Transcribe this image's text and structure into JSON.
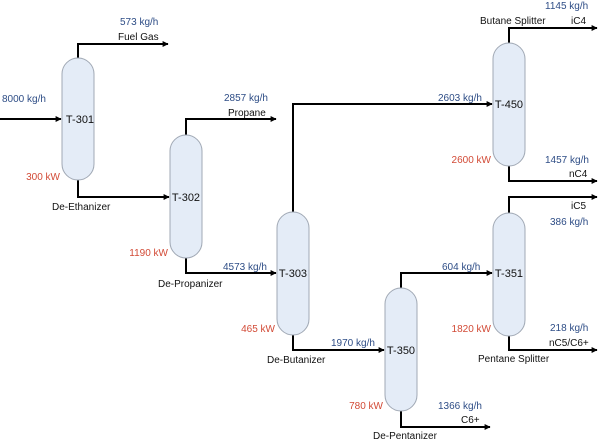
{
  "diagram": {
    "type": "process-flow-diagram",
    "colors": {
      "column_fill": "#e4ecf7",
      "column_stroke": "#a0a8b4",
      "flow_rate_text": "#2e4d86",
      "duty_text": "#d24a36",
      "line": "#000000"
    },
    "feed": {
      "flow": "8000 kg/h"
    },
    "columns": [
      {
        "id": "T-301",
        "name": "De-Ethanizer",
        "duty": "300 kW"
      },
      {
        "id": "T-302",
        "name": "De-Propanizer",
        "duty": "1190 kW"
      },
      {
        "id": "T-303",
        "name": "De-Butanizer",
        "duty": "465 kW"
      },
      {
        "id": "T-350",
        "name": "De-Pentanizer",
        "duty": "780 kW"
      },
      {
        "id": "T-351",
        "name": "Pentane Splitter",
        "duty": "1820 kW"
      },
      {
        "id": "T-450",
        "name": "Butane Splitter",
        "duty": "2600 kW"
      }
    ],
    "streams": [
      {
        "id": "fuel-gas",
        "from": "T-301",
        "to": "product",
        "label": "Fuel Gas",
        "flow": "573 kg/h"
      },
      {
        "id": "t301-bottoms",
        "from": "T-301",
        "to": "T-302",
        "label": "",
        "flow": ""
      },
      {
        "id": "propane",
        "from": "T-302",
        "to": "product",
        "label": "Propane",
        "flow": "2857 kg/h"
      },
      {
        "id": "t302-bottoms",
        "from": "T-302",
        "to": "T-303",
        "label": "",
        "flow": "4573 kg/h"
      },
      {
        "id": "t303-overhead",
        "from": "T-303",
        "to": "T-450",
        "label": "",
        "flow": "2603 kg/h"
      },
      {
        "id": "t303-bottoms",
        "from": "T-303",
        "to": "T-350",
        "label": "",
        "flow": "1970 kg/h"
      },
      {
        "id": "ic4",
        "from": "T-450",
        "to": "product",
        "label": "iC4",
        "flow": "1145 kg/h"
      },
      {
        "id": "nc4",
        "from": "T-450",
        "to": "product",
        "label": "nC4",
        "flow": "1457 kg/h"
      },
      {
        "id": "t350-overhead",
        "from": "T-350",
        "to": "T-351",
        "label": "",
        "flow": "604 kg/h"
      },
      {
        "id": "c6plus",
        "from": "T-350",
        "to": "product",
        "label": "C6+",
        "flow": "1366 kg/h"
      },
      {
        "id": "ic5",
        "from": "T-351",
        "to": "product",
        "label": "iC5",
        "flow": "386 kg/h"
      },
      {
        "id": "nc5-c6plus",
        "from": "T-351",
        "to": "product",
        "label": "nC5/C6+",
        "flow": "218 kg/h"
      }
    ]
  }
}
